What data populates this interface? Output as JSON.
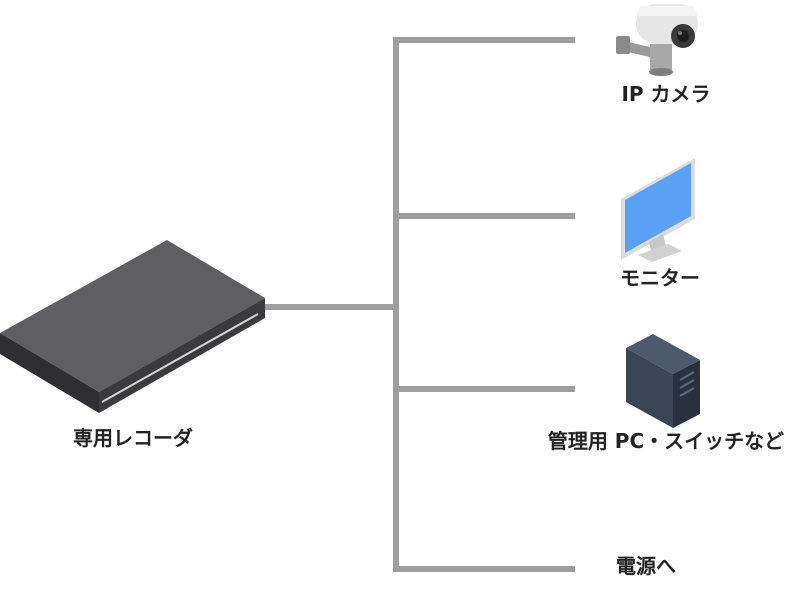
{
  "recorder": {
    "label": "専用レコーダ"
  },
  "devices": [
    {
      "label": "IP カメラ",
      "icon": "ip-camera-icon"
    },
    {
      "label": "モニター",
      "icon": "monitor-icon"
    },
    {
      "label": "管理用 PC・スイッチなど",
      "icon": "pc-tower-icon"
    },
    {
      "label": "電源へ",
      "icon": ""
    }
  ],
  "colors": {
    "line": "#9e9e9e",
    "recorder_top": "#5f5f63",
    "recorder_front": "#3b3b3f",
    "monitor_screen": "#5aa0f4",
    "pc_body": "#3a4556"
  }
}
